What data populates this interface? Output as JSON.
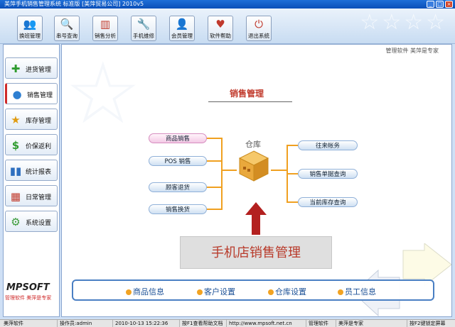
{
  "window": {
    "title": "美萍手机销售管理系统    标准版 [美萍贸易公司]  2010v5"
  },
  "toolbar": {
    "buttons": [
      {
        "label": "换班管理",
        "icon": "user-swap-icon"
      },
      {
        "label": "串号查询",
        "icon": "search-icon"
      },
      {
        "label": "销售分析",
        "icon": "chart-icon"
      },
      {
        "label": "手机维修",
        "icon": "wrench-icon"
      },
      {
        "label": "会员管理",
        "icon": "member-icon"
      },
      {
        "label": "软件帮助",
        "icon": "help-icon"
      },
      {
        "label": "退出系统",
        "icon": "power-icon"
      }
    ]
  },
  "sidebar": {
    "items": [
      {
        "label": "进货管理",
        "icon": "plus-icon"
      },
      {
        "label": "销售管理",
        "icon": "globe-icon",
        "active": true
      },
      {
        "label": "库存管理",
        "icon": "star-icon"
      },
      {
        "label": "价保返利",
        "icon": "dollar-icon"
      },
      {
        "label": "统计报表",
        "icon": "bar-chart-icon"
      },
      {
        "label": "日常管理",
        "icon": "calendar-icon"
      },
      {
        "label": "系统设置",
        "icon": "gear-icon"
      }
    ],
    "logo": "MPSOFT",
    "logo_sub": "管理软件 美萍是专家"
  },
  "main": {
    "slogan": "管理软件 美萍是专家",
    "section_title": "销售管理",
    "warehouse": "仓库",
    "left_actions": [
      "商品销售",
      "POS 销售",
      "顾客退货",
      "销售换货"
    ],
    "right_actions": [
      "往来帐务",
      "销售单据查询",
      "当前库存查询"
    ],
    "banner": "手机店销售管理",
    "quick_links": [
      "商品信息",
      "客户设置",
      "仓库设置",
      "员工信息"
    ]
  },
  "statusbar": {
    "app": "美萍软件",
    "operator": "操作员:admin",
    "datetime": "2010-10-13 15:22:36",
    "help_hint": "按F1查看帮助文档",
    "url": "http://www.mpsoft.net.cn",
    "slogan_a": "管理软件",
    "slogan_b": "美萍是专家",
    "lock_hint": "按F2键锁定屏幕"
  },
  "colors": {
    "accent": "#c0392b",
    "connector": "#f0a020",
    "border": "#4a7fc3"
  }
}
